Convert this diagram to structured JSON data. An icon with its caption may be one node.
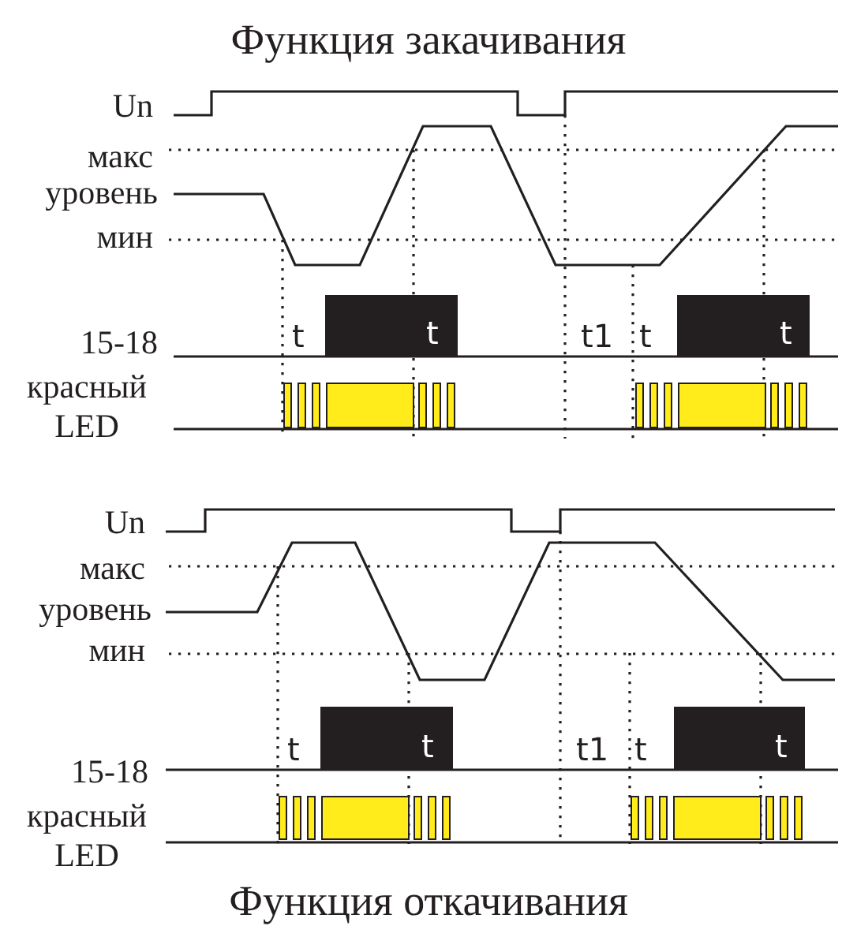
{
  "diagram": {
    "title": "Функция закачивания",
    "caption": "Функция откачивания",
    "labels": [
      "Un",
      "макс",
      "уровень",
      "мин",
      "t",
      "t",
      "t1",
      "t",
      "t",
      "15-18",
      "красный LED",
      "Un",
      "макс",
      "уровень",
      "мин",
      "t",
      "t",
      "t1",
      "t",
      "t",
      "15-18",
      "красный LED"
    ]
  }
}
